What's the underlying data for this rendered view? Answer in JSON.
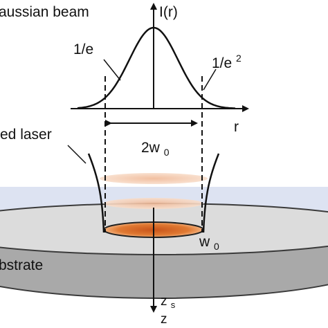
{
  "labels": {
    "title": "aussian beam",
    "y_axis": "I(r)",
    "x_axis": "r",
    "one_over_e": "1/e",
    "one_over_e2_base": "1/e",
    "one_over_e2_exp": "2",
    "focused_laser": "ed laser",
    "diameter_prefix": "2w",
    "diameter_sub": "0",
    "waist_main": "w",
    "waist_sub": "0",
    "substrate": "bstrate",
    "zs_main": "z",
    "zs_sub": "s",
    "z_axis": "z"
  },
  "colors": {
    "background": "#ffffff",
    "text": "#111111",
    "lines": "#111111",
    "film_band": "#dde3f2",
    "disk_top": "#dcdcdc",
    "disk_side": "#a8a8a8",
    "disk_edge": "#3a3a3a",
    "spot_core": "#d9661e",
    "spot_edge": "#f2a066",
    "beam_plane": "#f2c6a8"
  },
  "icons": {
    "axis_arrow": "arrowhead-icon"
  }
}
